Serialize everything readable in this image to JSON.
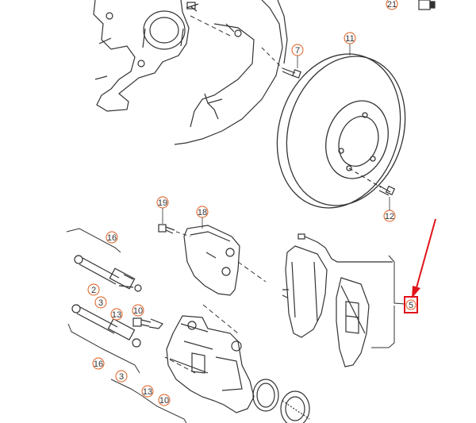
{
  "diagram": {
    "callouts": {
      "c21": "21",
      "c7": "7",
      "c11": "11",
      "c12": "12",
      "c19": "19",
      "c18": "18",
      "c16a": "16",
      "c2": "2",
      "c3a": "3",
      "c13a": "13",
      "c10a": "10",
      "c16b": "16",
      "c3b": "3",
      "c13b": "13",
      "c10b": "10",
      "c5": "5"
    },
    "colors": {
      "callout_ring": "#e05a1a",
      "highlight_box": "#e0141a",
      "arrow": "#e0141a",
      "line": "#333333"
    }
  }
}
